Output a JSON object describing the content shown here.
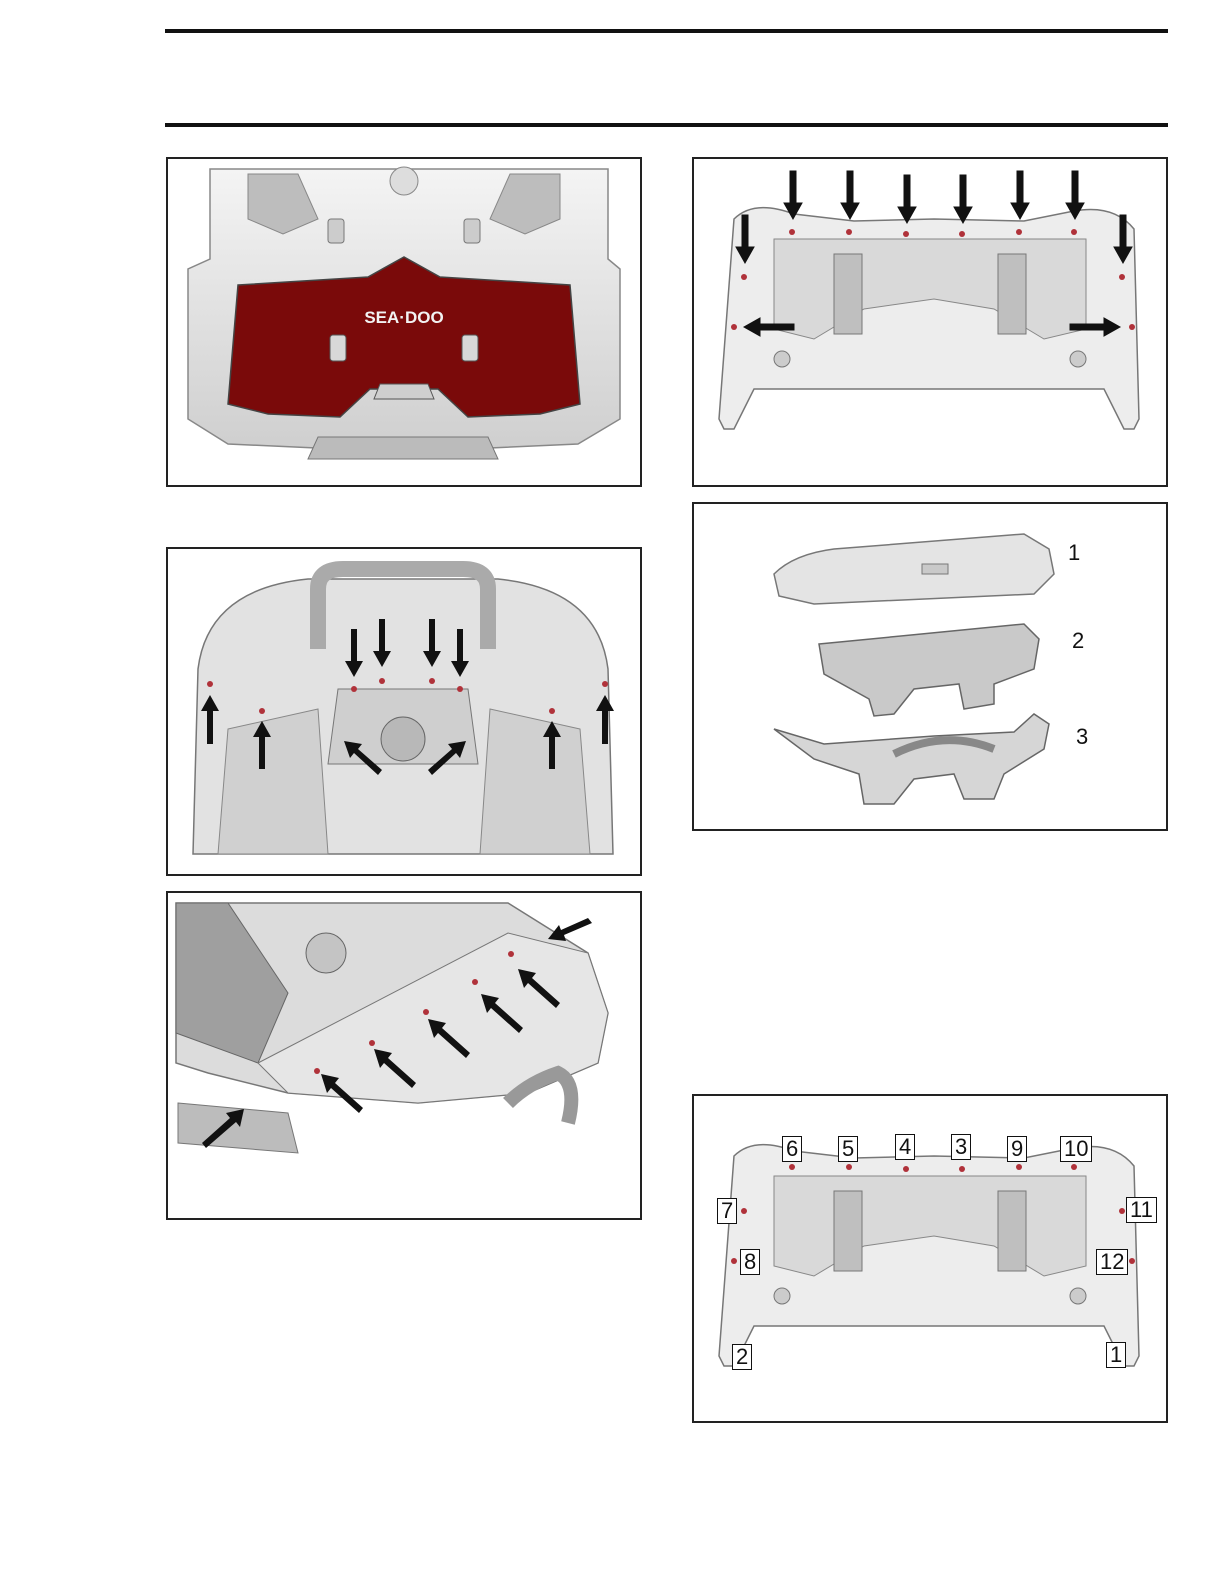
{
  "figures": {
    "rear_top": {
      "logo": "SEA·DOO",
      "brand_color": "#7a0a0a"
    },
    "exploded_view": {
      "callouts": [
        "1",
        "2",
        "3"
      ]
    },
    "sequence_view": {
      "callouts": [
        "6",
        "5",
        "4",
        "3",
        "9",
        "10",
        "7",
        "11",
        "8",
        "12",
        "2",
        "1"
      ]
    }
  },
  "icons": [
    "arrow-icon",
    "fastener-dot-icon"
  ],
  "colors": {
    "panel": "#e6e6e6",
    "shadow": "#9a9a9a",
    "arrow": "#111111",
    "fastener": "#b0323a"
  }
}
